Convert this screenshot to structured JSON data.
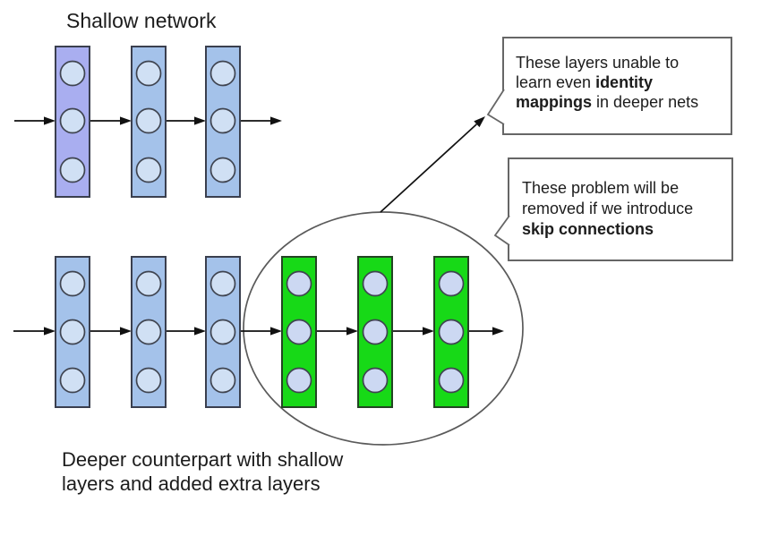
{
  "title": "Shallow network",
  "caption": {
    "line1": "Deeper counterpart with shallow",
    "line2": "layers and added extra layers"
  },
  "bubbles": [
    {
      "id": "identity-mappings-callout",
      "lines": [
        [
          {
            "t": "These layers unable to",
            "b": false
          }
        ],
        [
          {
            "t": "learn even ",
            "b": false
          },
          {
            "t": "identity",
            "b": true
          }
        ],
        [
          {
            "t": "mappings",
            "b": true
          },
          {
            "t": " in deeper nets",
            "b": false
          }
        ]
      ]
    },
    {
      "id": "skip-connections-callout",
      "lines": [
        [
          {
            "t": "These problem will be",
            "b": false
          }
        ],
        [
          {
            "t": "removed if we introduce",
            "b": false
          }
        ],
        [
          {
            "t": "skip connections",
            "b": true
          }
        ]
      ]
    }
  ],
  "networks": {
    "shallow": {
      "label": "Shallow network",
      "layers": [
        "lavender",
        "blue",
        "blue"
      ],
      "nodes_per_layer": 3
    },
    "deeper": {
      "label": "Deeper counterpart with shallow layers and added extra layers",
      "layers": [
        "blue",
        "blue",
        "blue",
        "green",
        "green",
        "green"
      ],
      "nodes_per_layer": 3
    }
  },
  "colors": {
    "background": "#ffffff",
    "lavender_fill": "#a9aef0",
    "blue_fill": "#a4c2ea",
    "green_fill": "#17d917",
    "node_fill_blue": "#d0e0f4",
    "node_fill_green": "#ccd8f2",
    "layer_border": "#3a3f4e",
    "green_layer_border": "#234423",
    "node_border": "#3f4450",
    "arrow": "#111111",
    "ellipse_border": "#5a5a5a",
    "bubble_border": "#666666",
    "bubble_fill": "#ffffff",
    "text": "#1c1c1c"
  }
}
